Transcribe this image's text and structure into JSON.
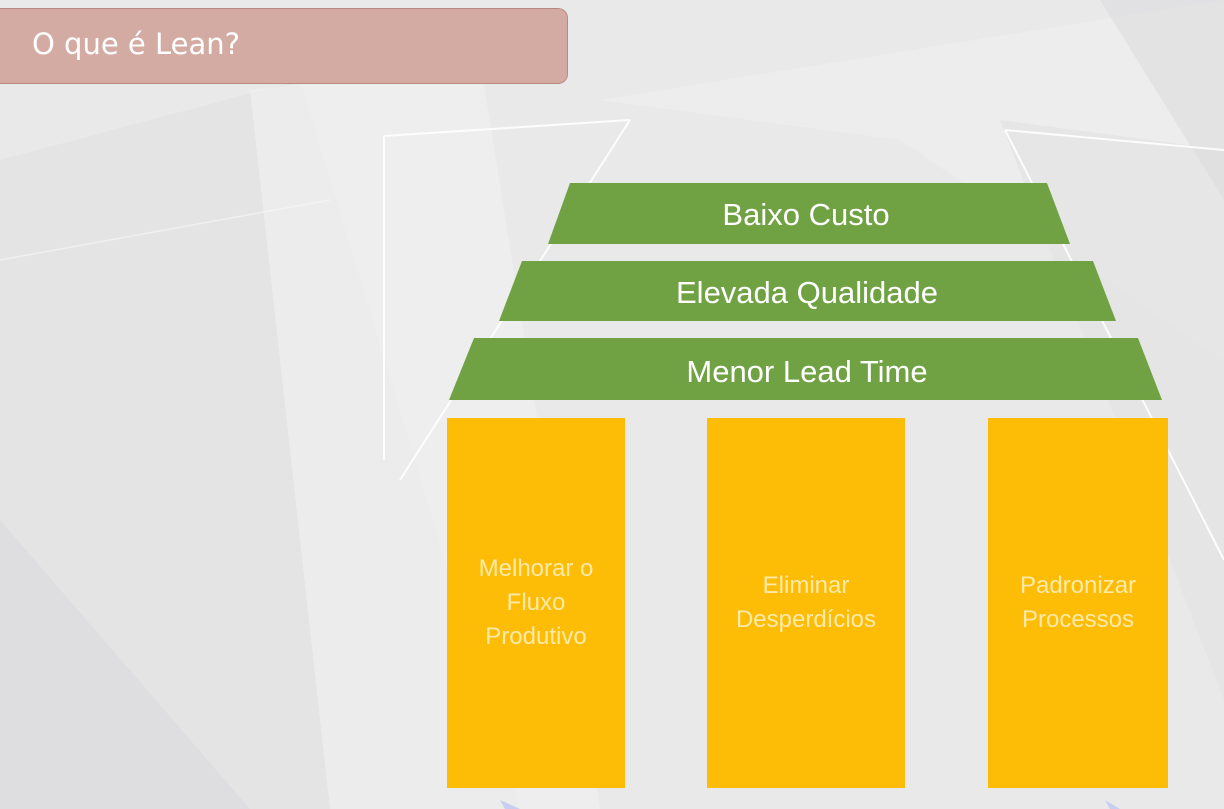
{
  "slide": {
    "title": "O que é Lean?"
  },
  "roof": {
    "bands": [
      {
        "label": "Baixo Custo"
      },
      {
        "label": "Elevada Qualidade"
      },
      {
        "label": "Menor Lead Time"
      }
    ],
    "color": "#70a244"
  },
  "pillars": {
    "items": [
      {
        "label": "Melhorar o\nFluxo\nProdutivo"
      },
      {
        "label": "Eliminar\nDesperdícios"
      },
      {
        "label": "Padronizar\nProcessos"
      }
    ],
    "color": "#fdbd07"
  }
}
